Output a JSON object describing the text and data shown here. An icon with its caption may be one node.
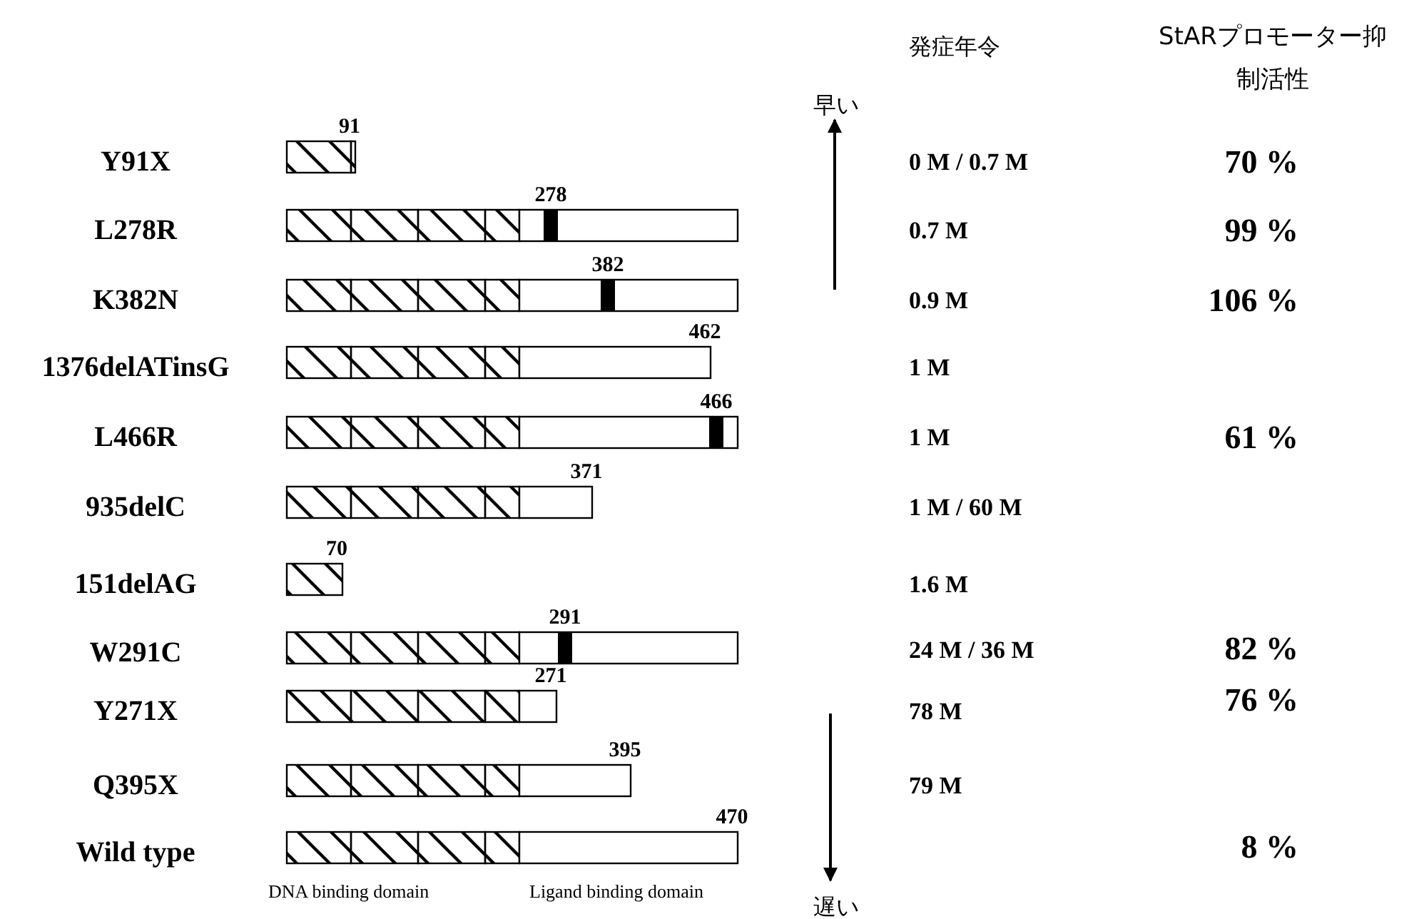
{
  "diagram": {
    "labels": [
      "発症年令",
      "StARプロモーター抑制活性",
      "早い",
      "Y91X",
      "91",
      "0 M / 0.7 M",
      "70 %",
      "L278R",
      "278",
      "0.7 M",
      "99 %",
      "K382N",
      "382",
      "0.9 M",
      "106 %",
      "1376delATinsG",
      "462",
      "1 M",
      "L466R",
      "466",
      "1 M",
      "61 %",
      "935delC",
      "371",
      "1 M / 60 M",
      "151delAG",
      "70",
      "1.6 M",
      "W291C",
      "291",
      "24 M / 36 M",
      "82 %",
      "Y271X",
      "271",
      "78 M",
      "76 %",
      "Q395X",
      "395",
      "79 M",
      "Wild type",
      "470",
      "8 %",
      "DNA binding domain",
      "Ligand binding domain",
      "遅い"
    ]
  }
}
